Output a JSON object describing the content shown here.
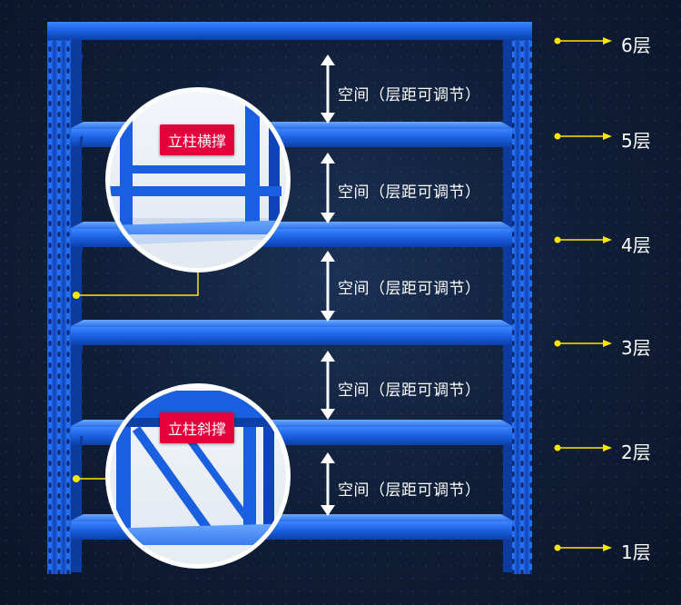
{
  "space_label": "空间（层距可调节）",
  "layers": [
    "6层",
    "5层",
    "4层",
    "3层",
    "2层",
    "1层"
  ],
  "callouts": {
    "top": "立柱横撑",
    "bottom": "立柱斜撑"
  },
  "colors": {
    "rack_blue": "#1a5fe0",
    "callout_red": "#e4003a",
    "arrow_yellow": "#ffe600"
  }
}
